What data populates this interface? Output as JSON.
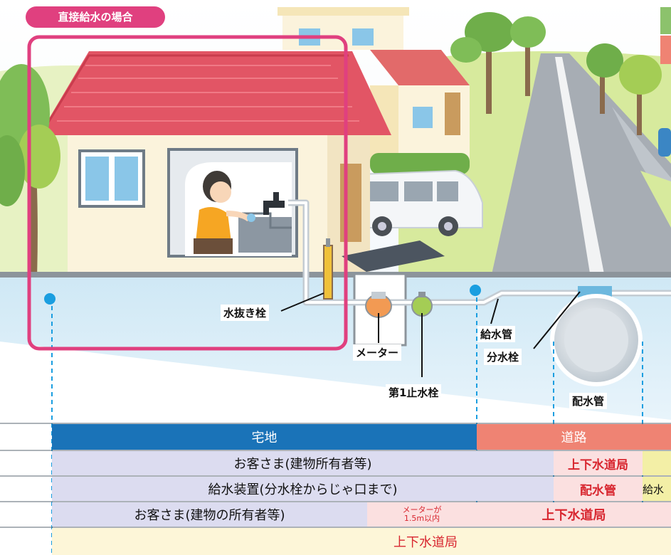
{
  "badge": "直接給水の場合",
  "labels": {
    "drain_valve": "水抜き栓",
    "meter": "メーター",
    "first_stop_valve": "第1止水栓",
    "service_pipe": "給水管",
    "tap_valve": "分水栓",
    "distribution_pipe": "配水管"
  },
  "zones": {
    "residential": "宅地",
    "road": "道路"
  },
  "ownership": {
    "customer": "お客さま(建物所有者等)",
    "bureau": "上下水道局"
  },
  "equipment": {
    "supply_device": "給水装置(分水栓からじゃ口まで)",
    "distribution_pipe": "配水管",
    "supply_cut": "給水"
  },
  "maintenance": {
    "customer": "お客さま(建物の所有者等)",
    "meter_note_1": "メーターが",
    "meter_note_2": "1.5m以内",
    "bureau": "上下水道局"
  },
  "meter_management": {
    "bureau": "上下水道局"
  },
  "colors": {
    "pink": "#e0407f",
    "blue": "#1a73b8",
    "salmon": "#ef8373",
    "lavender": "#dcdcf0",
    "light_pink": "#fbe0e0",
    "cream": "#fdf6d8",
    "yellow": "#f3efa6"
  }
}
